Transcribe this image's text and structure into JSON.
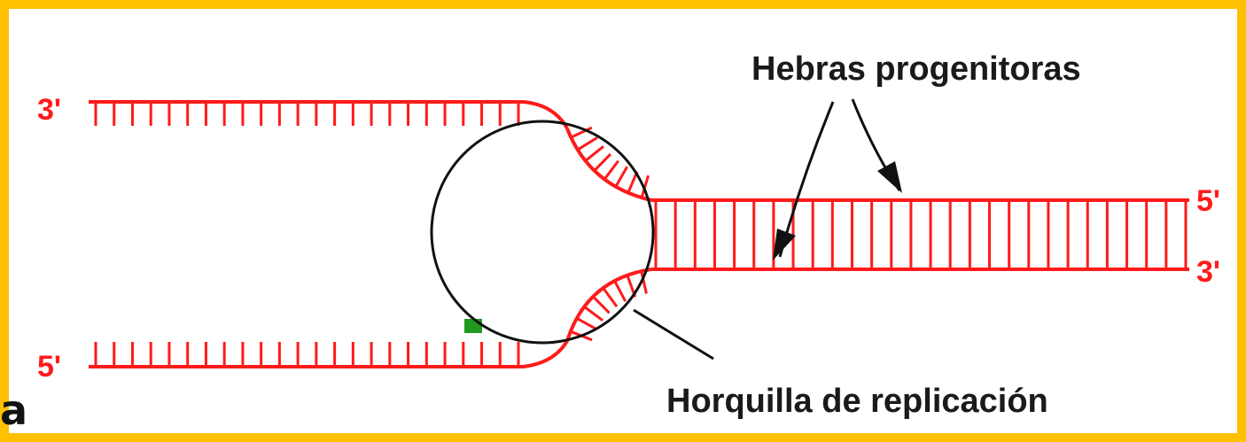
{
  "colors": {
    "border": "#ffc000",
    "strand": "#ff1a1a",
    "outline": "#111111",
    "marker": "#1f9a1f",
    "background": "#ffffff"
  },
  "labels": {
    "top_left_end": "3'",
    "bottom_left_end": "5'",
    "right_top_end": "5'",
    "right_bottom_end": "3'",
    "parent_strands": "Hebras progenitoras",
    "replication_fork": "Horquilla de replicación"
  },
  "corner_mark": "a",
  "rungs": {
    "top_left_strand": 24,
    "bottom_left_strand": 24,
    "right_duplex": 28,
    "top_fork_arc": 8,
    "bottom_fork_arc": 8
  }
}
